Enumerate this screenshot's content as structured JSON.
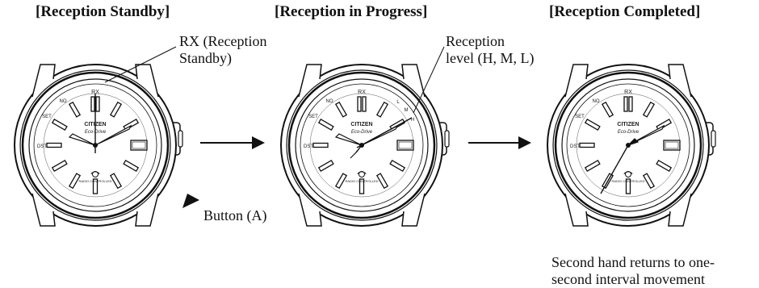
{
  "stages": [
    {
      "title": "[Reception Standby]"
    },
    {
      "title": "[Reception in Progress]"
    },
    {
      "title": "[Reception Completed]"
    }
  ],
  "callouts": {
    "rx": "RX (Reception Standby)",
    "level": "Reception level (H, M, L)",
    "button": "Button (A)",
    "note": "Second hand returns to one-second interval movement"
  },
  "dial": {
    "brand": "CITIZEN",
    "model": "Eco-Drive",
    "sub": "RADIO CONTROLLED",
    "labels": {
      "rx": "RX",
      "no": "NO",
      "set": "SET",
      "dst": "DST",
      "l": "L",
      "m": "M",
      "h": "H"
    }
  },
  "colors": {
    "ink": "#111111",
    "background": "#ffffff"
  }
}
